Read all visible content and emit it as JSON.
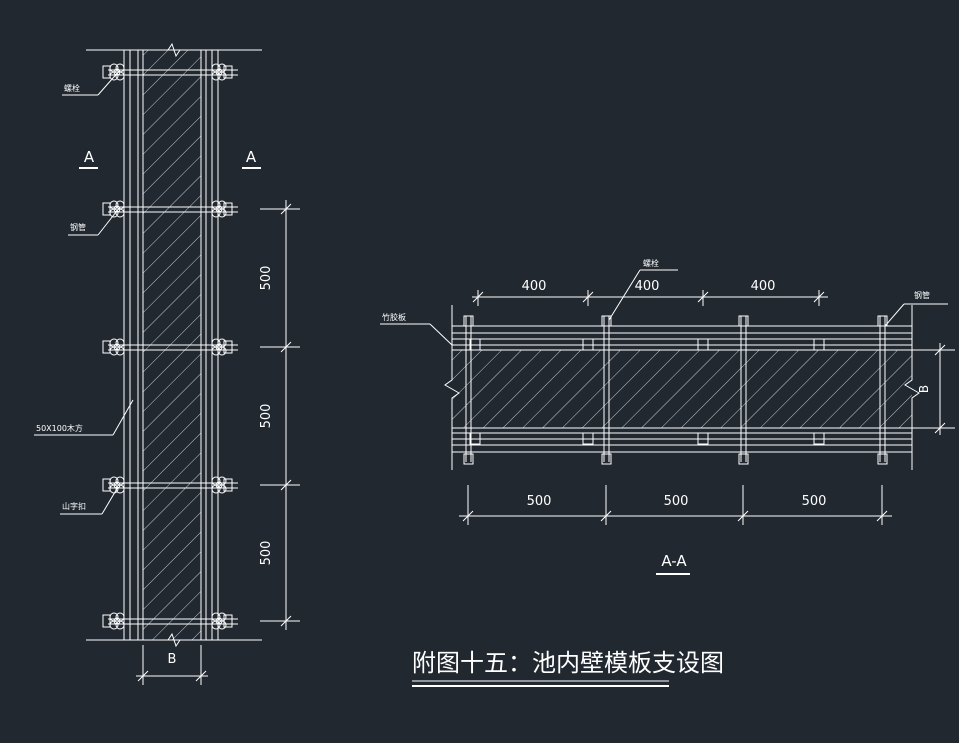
{
  "drawing": {
    "background_color": "#212830",
    "line_color": "#ffffff",
    "title": "附图十五：池内壁模板支设图",
    "elevation": {
      "section_mark_left": "A",
      "section_mark_right": "A",
      "dims": [
        "500",
        "500",
        "500"
      ],
      "width_label": "B",
      "callouts": [
        "螺栓",
        "钢管",
        "50X100木方",
        "山字扣"
      ]
    },
    "section": {
      "title": "A-A",
      "top_dims": [
        "400",
        "400",
        "400"
      ],
      "bottom_dims": [
        "500",
        "500",
        "500"
      ],
      "width_label": "B",
      "callouts": [
        "竹胶板",
        "螺栓",
        "钢管"
      ]
    }
  }
}
